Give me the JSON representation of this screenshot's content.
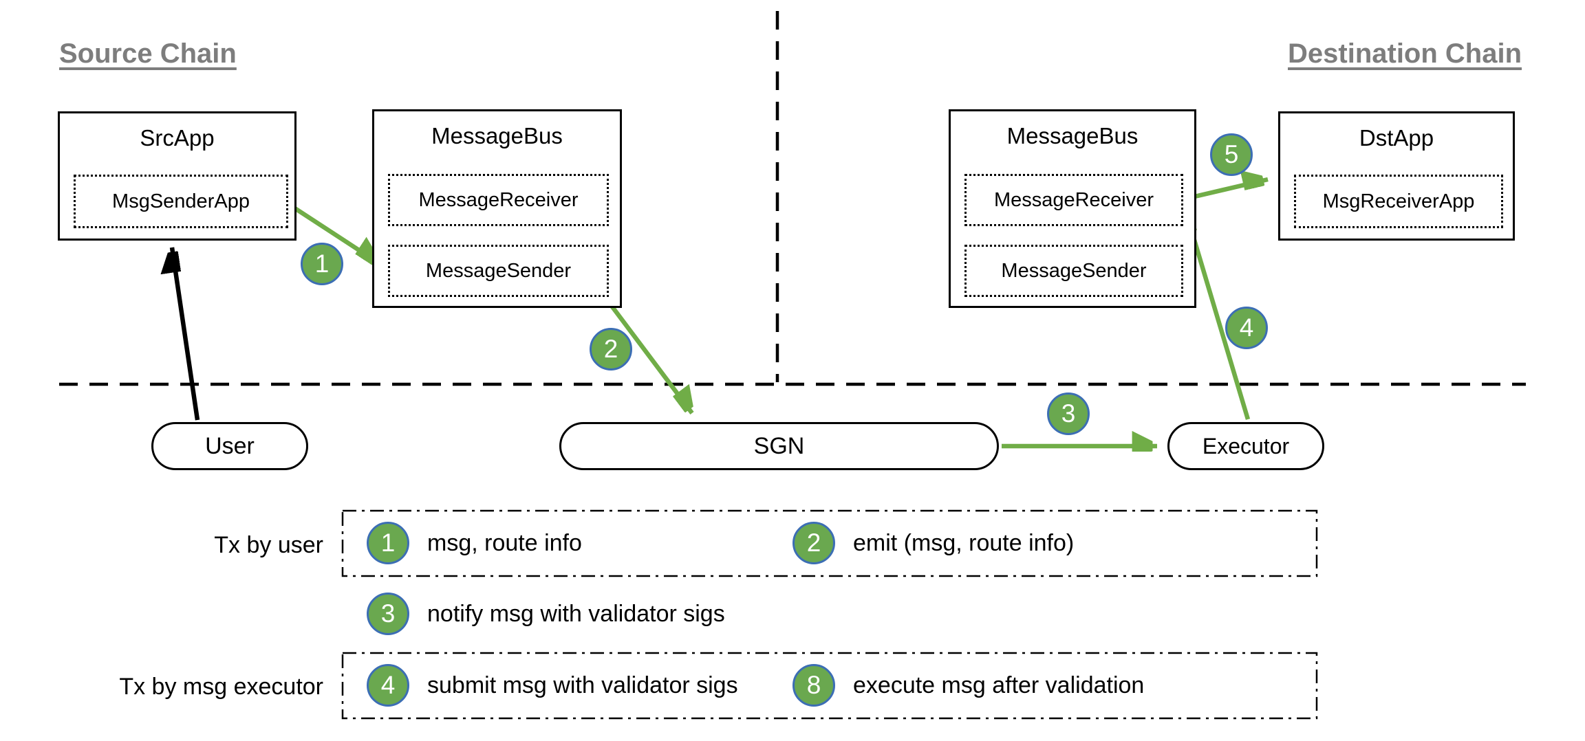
{
  "headings": {
    "source_chain": "Source Chain",
    "destination_chain": "Destination Chain"
  },
  "source_chain": {
    "src_app": {
      "title": "SrcApp",
      "module": "MsgSenderApp"
    },
    "message_bus": {
      "title": "MessageBus",
      "receiver": "MessageReceiver",
      "sender": "MessageSender"
    }
  },
  "destination_chain": {
    "message_bus": {
      "title": "MessageBus",
      "receiver": "MessageReceiver",
      "sender": "MessageSender"
    },
    "dst_app": {
      "title": "DstApp",
      "module": "MsgReceiverApp"
    }
  },
  "offchain": {
    "user": "User",
    "sgn": "SGN",
    "executor": "Executor"
  },
  "flow_badges": {
    "step1": "1",
    "step2": "2",
    "step3": "3",
    "step4": "4",
    "step5": "5"
  },
  "legend": {
    "tx_by_user_label": "Tx by user",
    "tx_by_executor_label": "Tx by msg executor",
    "step1": {
      "num": "1",
      "text": "msg, route info"
    },
    "step2": {
      "num": "2",
      "text": "emit (msg, route info)"
    },
    "step3": {
      "num": "3",
      "text": "notify msg with validator sigs"
    },
    "step4": {
      "num": "4",
      "text": "submit msg with validator sigs"
    },
    "step8": {
      "num": "8",
      "text": "execute msg after validation"
    }
  },
  "colors": {
    "arrow_green": "#70ad47",
    "badge_green": "#6aa84f",
    "badge_border_blue": "#3c6eb4",
    "heading_gray": "#7d7d7d",
    "line_black": "#000000"
  }
}
